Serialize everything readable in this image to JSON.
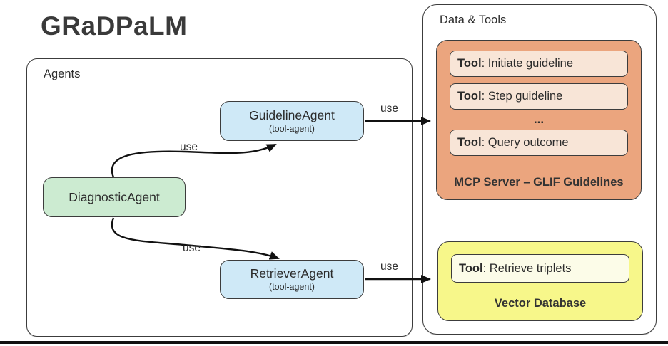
{
  "title": "GRaDPaLM",
  "agents_panel": {
    "label": "Agents",
    "nodes": {
      "diagnostic": {
        "name": "DiagnosticAgent"
      },
      "guideline": {
        "name": "GuidelineAgent",
        "subtitle": "(tool-agent)"
      },
      "retriever": {
        "name": "RetrieverAgent",
        "subtitle": "(tool-agent)"
      }
    }
  },
  "edges": {
    "diagnostic_to_guideline": {
      "label": "use"
    },
    "guideline_to_mcp": {
      "label": "use"
    },
    "diagnostic_to_retriever": {
      "label": "use"
    },
    "retriever_to_vectordb": {
      "label": "use"
    }
  },
  "data_tools_panel": {
    "label": "Data & Tools",
    "mcp_server": {
      "tools": [
        {
          "bold": "Tool",
          "rest": ": Initiate guideline"
        },
        {
          "bold": "Tool",
          "rest": ": Step guideline"
        },
        {
          "bold": "Tool",
          "rest": ": Query outcome"
        }
      ],
      "ellipsis": "...",
      "caption": "MCP Server – GLIF Guidelines"
    },
    "vector_db": {
      "tools": [
        {
          "bold": "Tool",
          "rest": ": Retrieve triplets"
        }
      ],
      "caption": "Vector Database"
    }
  },
  "colors": {
    "agent_blue": "#cfe9f7",
    "agent_green": "#ccebd1",
    "mcp_orange": "#eba57e",
    "mcp_chip_peach": "#f8e5d7",
    "vector_yellow": "#f7f78a",
    "vector_chip_light": "#fcfce8",
    "border_dark": "#3c3c3c",
    "arrow_black": "#111111"
  }
}
